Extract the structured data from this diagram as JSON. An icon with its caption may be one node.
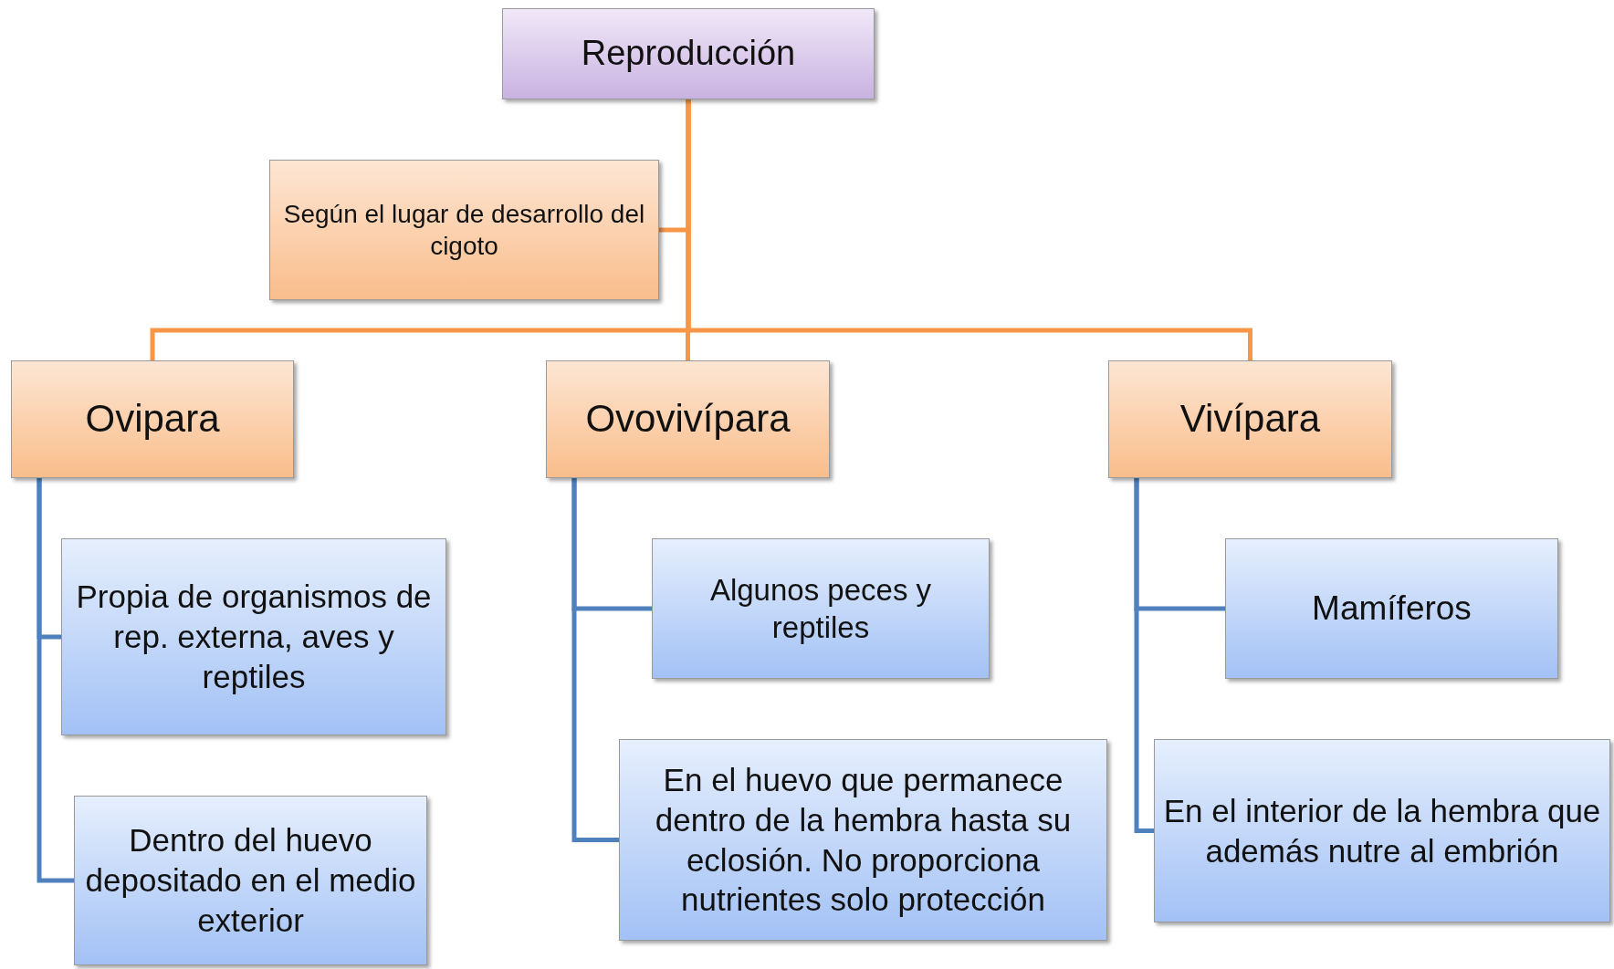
{
  "diagram": {
    "nodes": [
      {
        "text": [
          "Reproducción"
        ]
      },
      {
        "text": [
          "Según el lugar de desarrollo del cigoto"
        ]
      },
      {
        "text": [
          "Ovipara"
        ]
      },
      {
        "text": [
          "Ovovivípara"
        ]
      },
      {
        "text": [
          "Vivípara"
        ]
      },
      {
        "text": [
          "Propia de organismos de  rep. externa, aves y reptiles"
        ]
      },
      {
        "text": [
          "Dentro del huevo depositado en el medio exterior"
        ]
      },
      {
        "text": [
          "Algunos peces y reptiles"
        ]
      },
      {
        "text": [
          "En el huevo que permanece dentro de la hembra hasta su eclosión. No proporciona nutrientes solo protección"
        ]
      },
      {
        "text": [
          "Mamíferos"
        ]
      },
      {
        "text": [
          "En el interior de la hembra que además nutre al embrión"
        ]
      }
    ],
    "edges": [
      {
        "from": 0,
        "to": 1,
        "arrow": "none",
        "color": "#f79646"
      },
      {
        "from": 0,
        "to": 2,
        "arrow": "none",
        "color": "#f79646"
      },
      {
        "from": 0,
        "to": 3,
        "arrow": "none",
        "color": "#f79646"
      },
      {
        "from": 0,
        "to": 4,
        "arrow": "none",
        "color": "#f79646"
      },
      {
        "from": 2,
        "to": 5,
        "arrow": "none"
      },
      {
        "from": 2,
        "to": 6,
        "arrow": "none"
      },
      {
        "from": 3,
        "to": 7,
        "arrow": "none"
      },
      {
        "from": 3,
        "to": 8,
        "arrow": "none"
      },
      {
        "from": 4,
        "to": 9,
        "arrow": "none"
      },
      {
        "from": 4,
        "to": 10,
        "arrow": "none"
      }
    ]
  }
}
